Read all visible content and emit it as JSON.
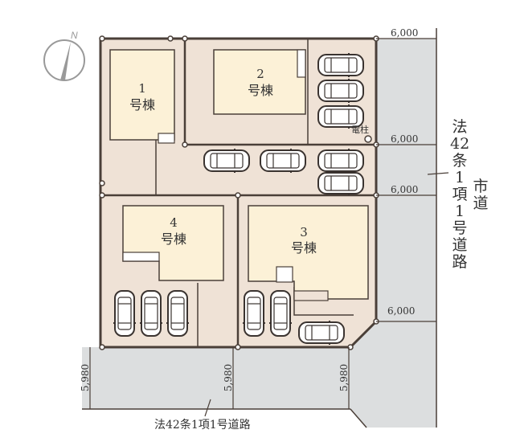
{
  "colors": {
    "lot": "#efe2d6",
    "building": "#fcf1d7",
    "road": "#dcdedf",
    "line": "#4a3f38",
    "compass": "#999999"
  },
  "compass": {
    "label": "N"
  },
  "buildings": [
    {
      "number": "1",
      "suffix": "号棟"
    },
    {
      "number": "2",
      "suffix": "号棟"
    },
    {
      "number": "3",
      "suffix": "号棟"
    },
    {
      "number": "4",
      "suffix": "号棟"
    }
  ],
  "utility_pole": {
    "label": "電柱"
  },
  "dimensions": {
    "east_road_widths": [
      "6,000",
      "6,000",
      "6,000",
      "6,000"
    ],
    "south_road_widths": [
      "5,980",
      "5,980",
      "5,980"
    ]
  },
  "roads": {
    "east": {
      "legal": "法42条1項1号道路",
      "type": "市道",
      "legal_chars": [
        "法",
        "42",
        "条",
        "1",
        "項",
        "1",
        "号",
        "道",
        "路"
      ],
      "type_chars": [
        "市",
        "道"
      ]
    },
    "south": {
      "legal": "法42条1項1号道路"
    }
  },
  "parking": {
    "lot2_vertical_stack": 3,
    "shared_driveway": 4,
    "lot4": 3,
    "lot3": 3
  }
}
